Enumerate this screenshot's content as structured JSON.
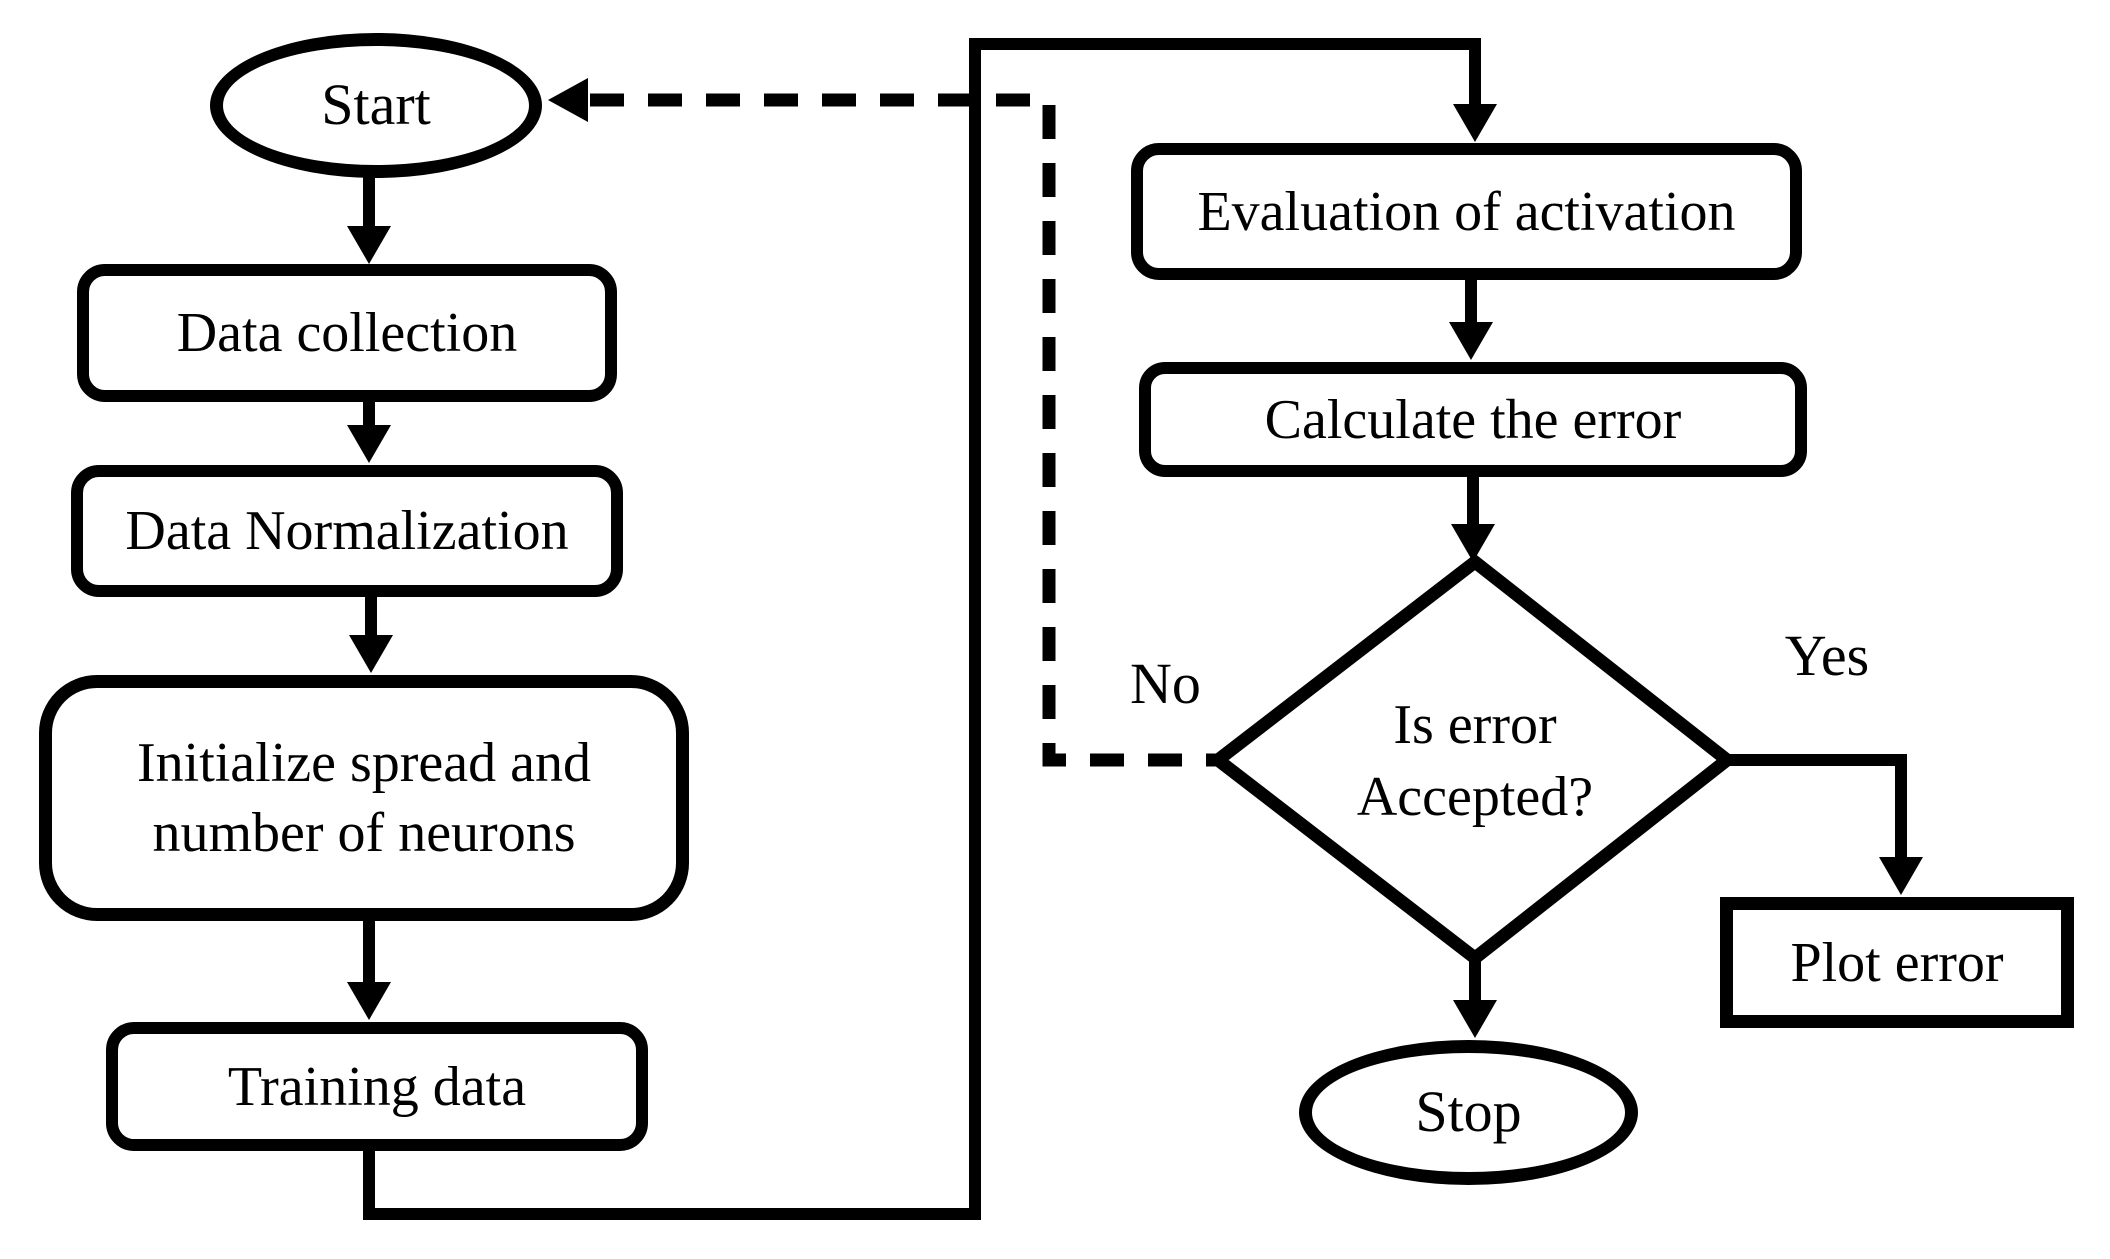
{
  "diagram": {
    "colors": {
      "background": "#ffffff",
      "line": "#000000",
      "text": "#000000"
    },
    "nodes": {
      "start": {
        "shape": "ellipse",
        "label": "Start"
      },
      "data_collection": {
        "shape": "rounded-rect",
        "label": "Data collection"
      },
      "data_normalization": {
        "shape": "rounded-rect",
        "label": "Data Normalization"
      },
      "initialize_spread": {
        "shape": "rounded-rect",
        "label_line1": "Initialize spread and",
        "label_line2": "number of neurons"
      },
      "training_data": {
        "shape": "rounded-rect",
        "label": "Training data"
      },
      "evaluation": {
        "shape": "rounded-rect",
        "label": "Evaluation of activation"
      },
      "calculate_error": {
        "shape": "rounded-rect",
        "label": "Calculate the error"
      },
      "decision": {
        "shape": "diamond",
        "label_line1": "Is error",
        "label_line2": "Accepted?"
      },
      "plot_error": {
        "shape": "rect",
        "label": "Plot error"
      },
      "stop": {
        "shape": "ellipse",
        "label": "Stop"
      }
    },
    "edges": [
      {
        "from": "start",
        "to": "data_collection",
        "style": "solid"
      },
      {
        "from": "data_collection",
        "to": "data_normalization",
        "style": "solid"
      },
      {
        "from": "data_normalization",
        "to": "initialize_spread",
        "style": "solid"
      },
      {
        "from": "initialize_spread",
        "to": "training_data",
        "style": "solid"
      },
      {
        "from": "training_data",
        "to": "evaluation",
        "style": "solid"
      },
      {
        "from": "evaluation",
        "to": "calculate_error",
        "style": "solid"
      },
      {
        "from": "calculate_error",
        "to": "decision",
        "style": "solid"
      },
      {
        "from": "decision",
        "to": "plot_error",
        "style": "solid",
        "label": "Yes"
      },
      {
        "from": "decision",
        "to": "stop",
        "style": "solid"
      },
      {
        "from": "decision",
        "to": "start",
        "style": "dashed",
        "label": "No"
      }
    ]
  }
}
